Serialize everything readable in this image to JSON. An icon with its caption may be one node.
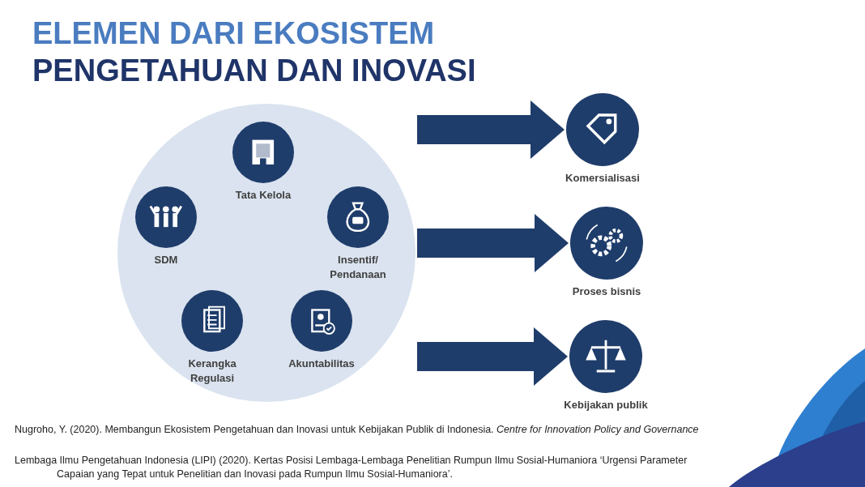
{
  "diagram": {
    "title": "ELEMEN DARI EKOSISTEM PENGETAHUAN DAN INOVASI",
    "nodes": [
      {
        "text": [],
        "shape": "circle"
      },
      {
        "text": [
          "Tata Kelola"
        ],
        "in": 0
      },
      {
        "text": [
          "SDM"
        ],
        "in": 0
      },
      {
        "text": [
          "Insentif/ Pendanaan"
        ],
        "in": 0
      },
      {
        "text": [
          "Kerangka Regulasi"
        ],
        "in": 0
      },
      {
        "text": [
          "Akuntabilitas"
        ],
        "in": 0
      },
      {
        "text": [
          "Komersialisasi"
        ]
      },
      {
        "text": [
          "Proses bisnis"
        ]
      },
      {
        "text": [
          "Kebijakan publik"
        ]
      }
    ],
    "edges": [
      {
        "from": 0,
        "to": 6,
        "arrow": "to"
      },
      {
        "from": 0,
        "to": 7,
        "arrow": "to"
      },
      {
        "from": 0,
        "to": 8,
        "arrow": "to"
      }
    ],
    "labels": [
      "Nugroho, Y. (2020). Membangun Ekosistem Pengetahuan dan Inovasi untuk Kebijakan Publik di Indonesia. *Centre for Innovation Policy and Governance*",
      "Lembaga Ilmu Pengetahuan Indonesia (LIPI) (2020). Kertas Posisi Lembaga-Lembaga Penelitian Rumpun Ilmu Sosial-Humaniora ‘Urgensi Parameter Capaian yang Tepat untuk Penelitian dan Inovasi pada Rumpun Ilmu Sosial-Humaniora’."
    ]
  }
}
